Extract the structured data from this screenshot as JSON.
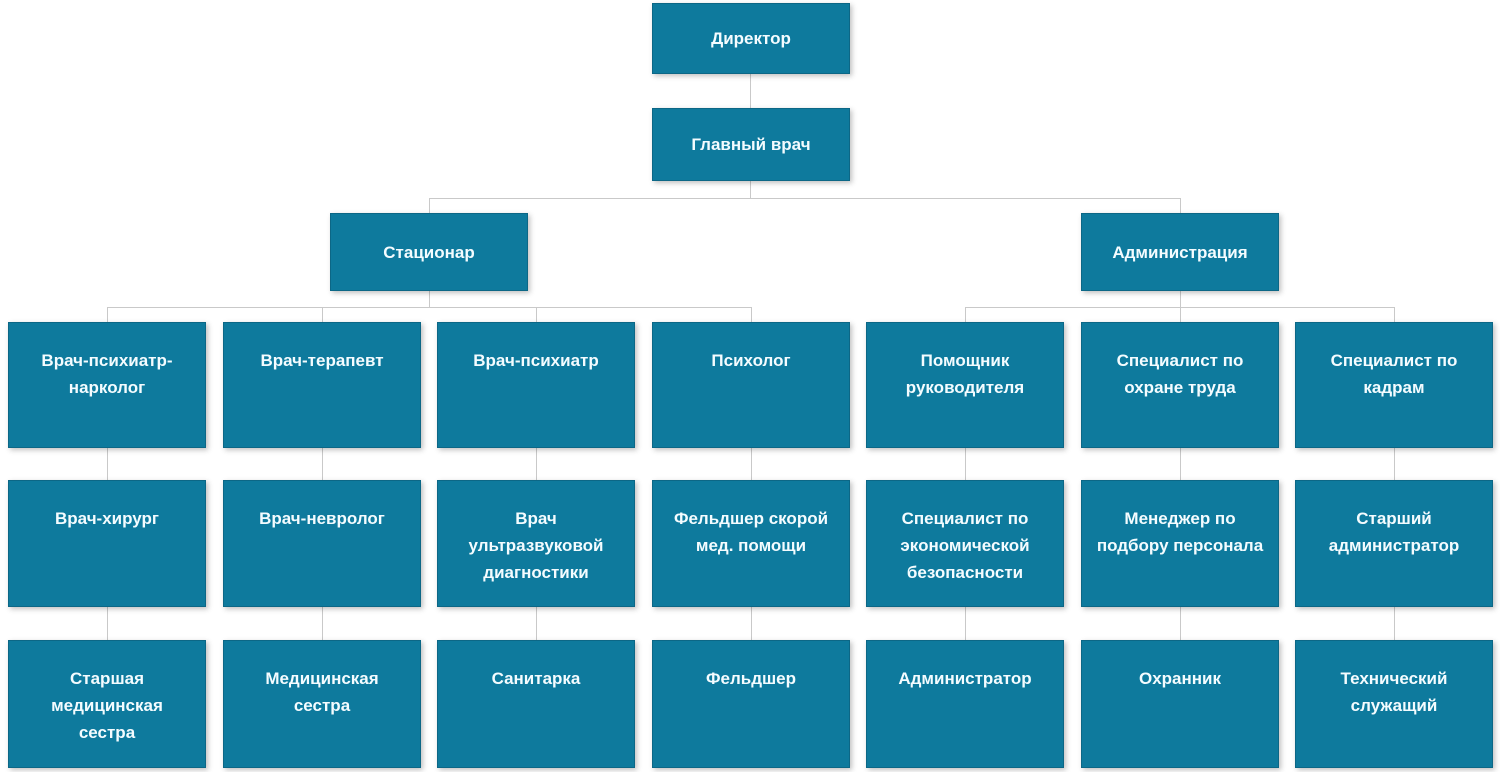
{
  "colors": {
    "box_fill": "#0e7a9d",
    "box_border": "#0c6786",
    "box_text": "#f4fcff",
    "line_color": "#c9c9c9",
    "page_bg": "#ffffff"
  },
  "org": {
    "director": "Директор",
    "chief_physician": "Главный врач",
    "branches": [
      {
        "label": "Стационар"
      },
      {
        "label": "Администрация"
      }
    ],
    "rows": {
      "specialists": [
        "Врач-психиатр-нарколог",
        "Врач-терапевт",
        "Врач-психиатр",
        "Психолог",
        "Помощник руководителя",
        "Специалист по охране труда",
        "Специалист по кадрам"
      ],
      "middle": [
        "Врач-хирург",
        "Врач-невролог",
        "Врач ультразвуковой диагностики",
        "Фельдшер скорой мед. помощи",
        "Специалист по экономической безопасности",
        "Менеджер по подбору персонала",
        "Старший администратор"
      ],
      "bottom": [
        "Старшая медицинская сестра",
        "Медицинская сестра",
        "Санитарка",
        "Фельдшер",
        "Администратор",
        "Охранник",
        "Технический служащий"
      ]
    }
  }
}
